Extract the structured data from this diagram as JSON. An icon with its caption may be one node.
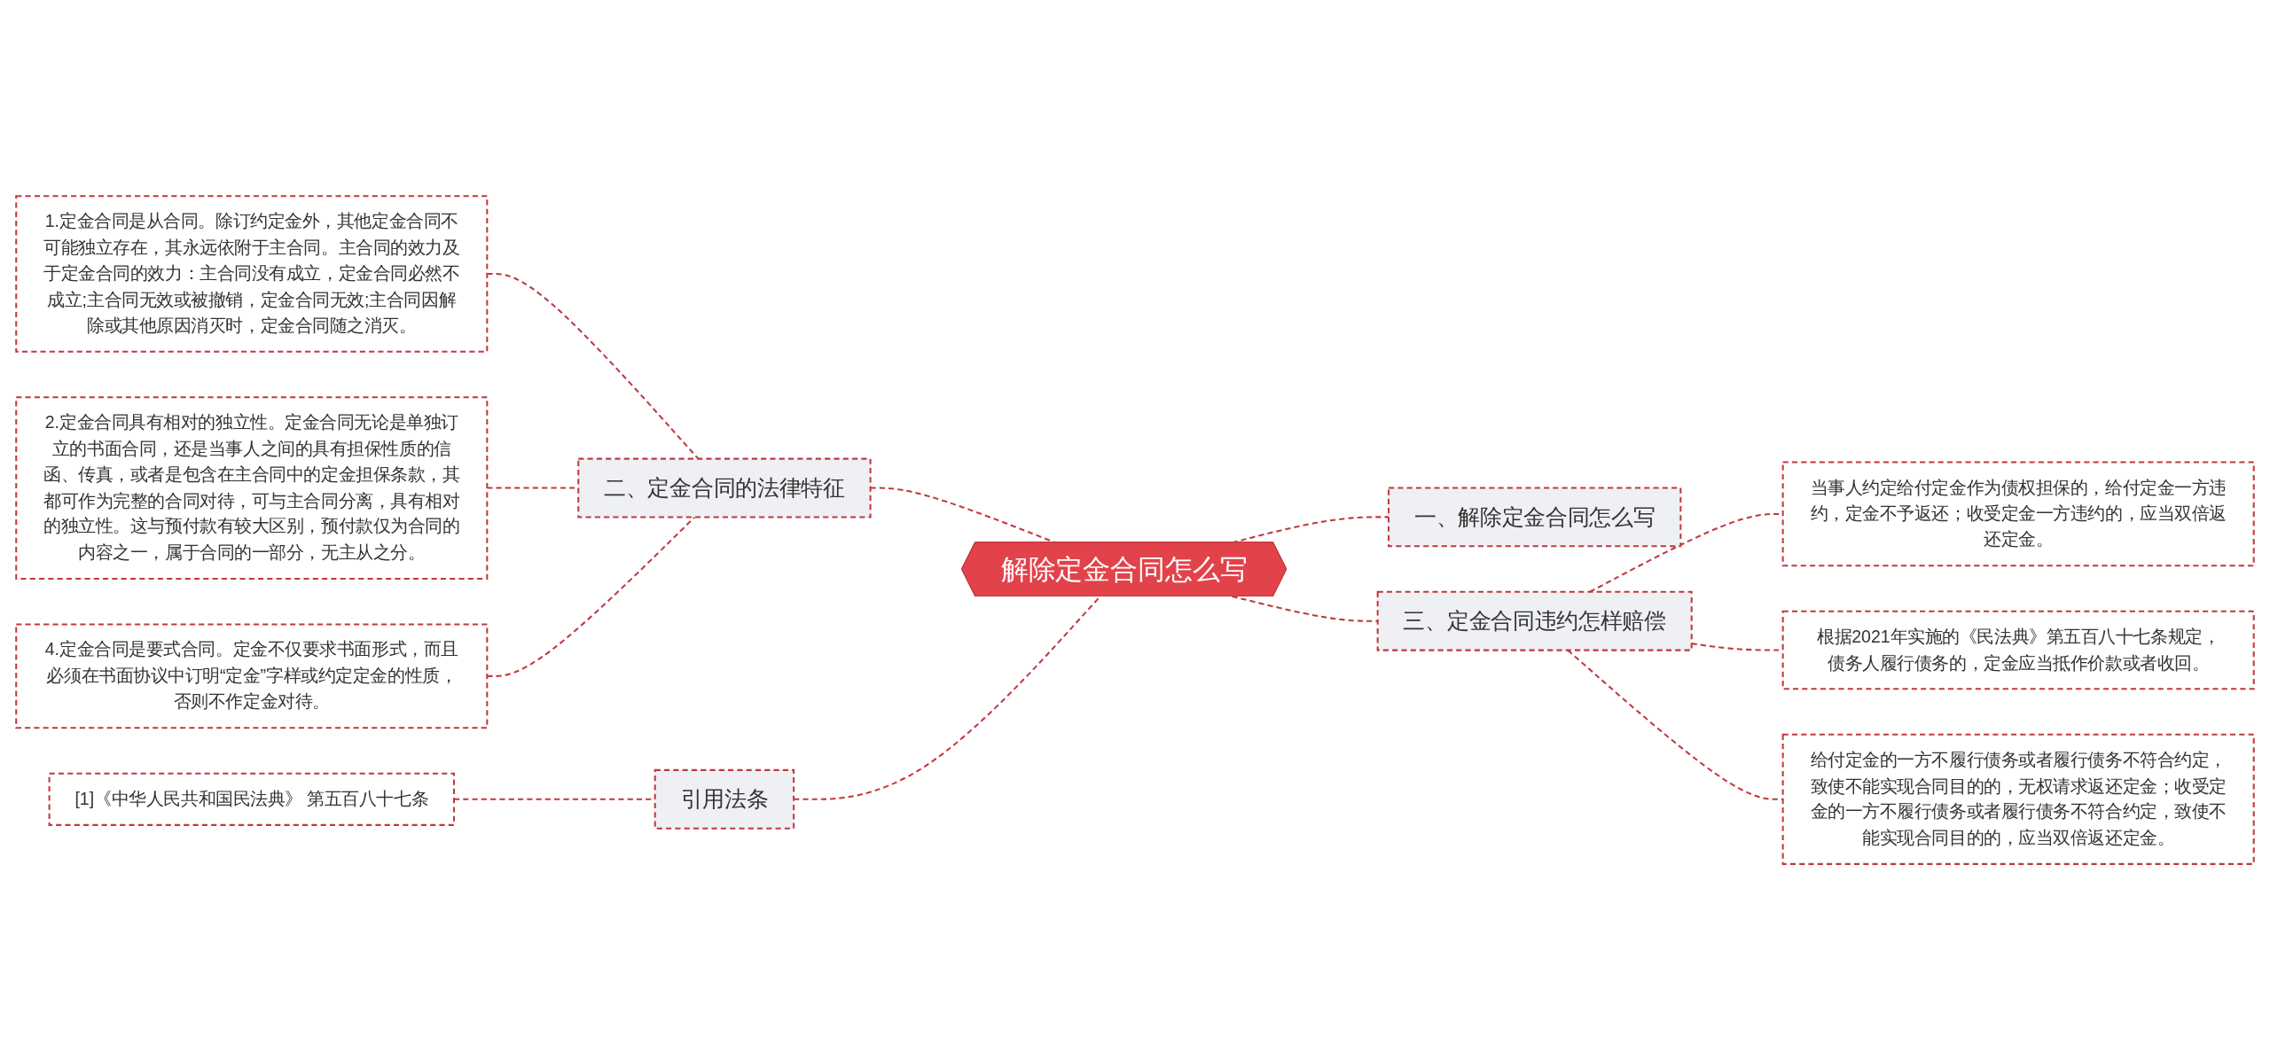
{
  "diagram": {
    "nodes": [
      {
        "text": [
          "解除定金合同怎么写"
        ]
      },
      {
        "text": [
          "二、定金合同的法律特征"
        ]
      },
      {
        "text": [
          "1.定金合同是从合同。除订约定金外，其他定金合同不可能独立存在，其永远依附于主合同。主合同的效力及于定金合同的效力：主合同没有成立，定金合同必然不成立;主合同无效或被撤销，定金合同无效;主合同因解除或其他原因消灭时，定金合同随之消灭。"
        ]
      },
      {
        "text": [
          "2.定金合同具有相对的独立性。定金合同无论是单独订立的书面合同，还是当事人之间的具有担保性质的信函、传真，或者是包含在主合同中的定金担保条款，其都可作为完整的合同对待，可与主合同分离，具有相对的独立性。这与预付款有较大区别，预付款仅为合同的内容之一，属于合同的一部分，无主从之分。"
        ]
      },
      {
        "text": [
          "4.定金合同是要式合同。定金不仅要求书面形式，而且必须在书面协议中订明“定金”字样或约定定金的性质，否则不作定金对待。"
        ]
      },
      {
        "text": [
          "引用法条"
        ]
      },
      {
        "text": [
          "[1]《中华人民共和国民法典》 第五百八十七条"
        ]
      },
      {
        "text": [
          "一、解除定金合同怎么写"
        ]
      },
      {
        "text": [
          "三、定金合同违约怎样赔偿"
        ]
      },
      {
        "text": [
          "当事人约定给付定金作为债权担保的，给付定金一方违约，定金不予返还；收受定金一方违约的，应当双倍返还定金。"
        ]
      },
      {
        "text": [
          "根据2021年实施的《民法典》第五百八十七条规定，债务人履行债务的，定金应当抵作价款或者收回。"
        ]
      },
      {
        "text": [
          "给付定金的一方不履行债务或者履行债务不符合约定，致使不能实现合同目的的，无权请求返还定金；收受定金的一方不履行债务或者履行债务不符合约定，致使不能实现合同目的的，应当双倍返还定金。"
        ]
      }
    ],
    "edges": [
      {
        "from": 0,
        "to": 1,
        "arrow": "none",
        "style": "dashed"
      },
      {
        "from": 1,
        "to": 2,
        "arrow": "none",
        "style": "dashed"
      },
      {
        "from": 1,
        "to": 3,
        "arrow": "none",
        "style": "dashed"
      },
      {
        "from": 1,
        "to": 4,
        "arrow": "none",
        "style": "dashed"
      },
      {
        "from": 0,
        "to": 5,
        "arrow": "none",
        "style": "dashed"
      },
      {
        "from": 5,
        "to": 6,
        "arrow": "none",
        "style": "dashed"
      },
      {
        "from": 0,
        "to": 7,
        "arrow": "none",
        "style": "dashed"
      },
      {
        "from": 0,
        "to": 8,
        "arrow": "none",
        "style": "dashed"
      },
      {
        "from": 8,
        "to": 9,
        "arrow": "none",
        "style": "dashed"
      },
      {
        "from": 8,
        "to": 10,
        "arrow": "none",
        "style": "dashed"
      },
      {
        "from": 8,
        "to": 11,
        "arrow": "none",
        "style": "dashed"
      }
    ]
  }
}
